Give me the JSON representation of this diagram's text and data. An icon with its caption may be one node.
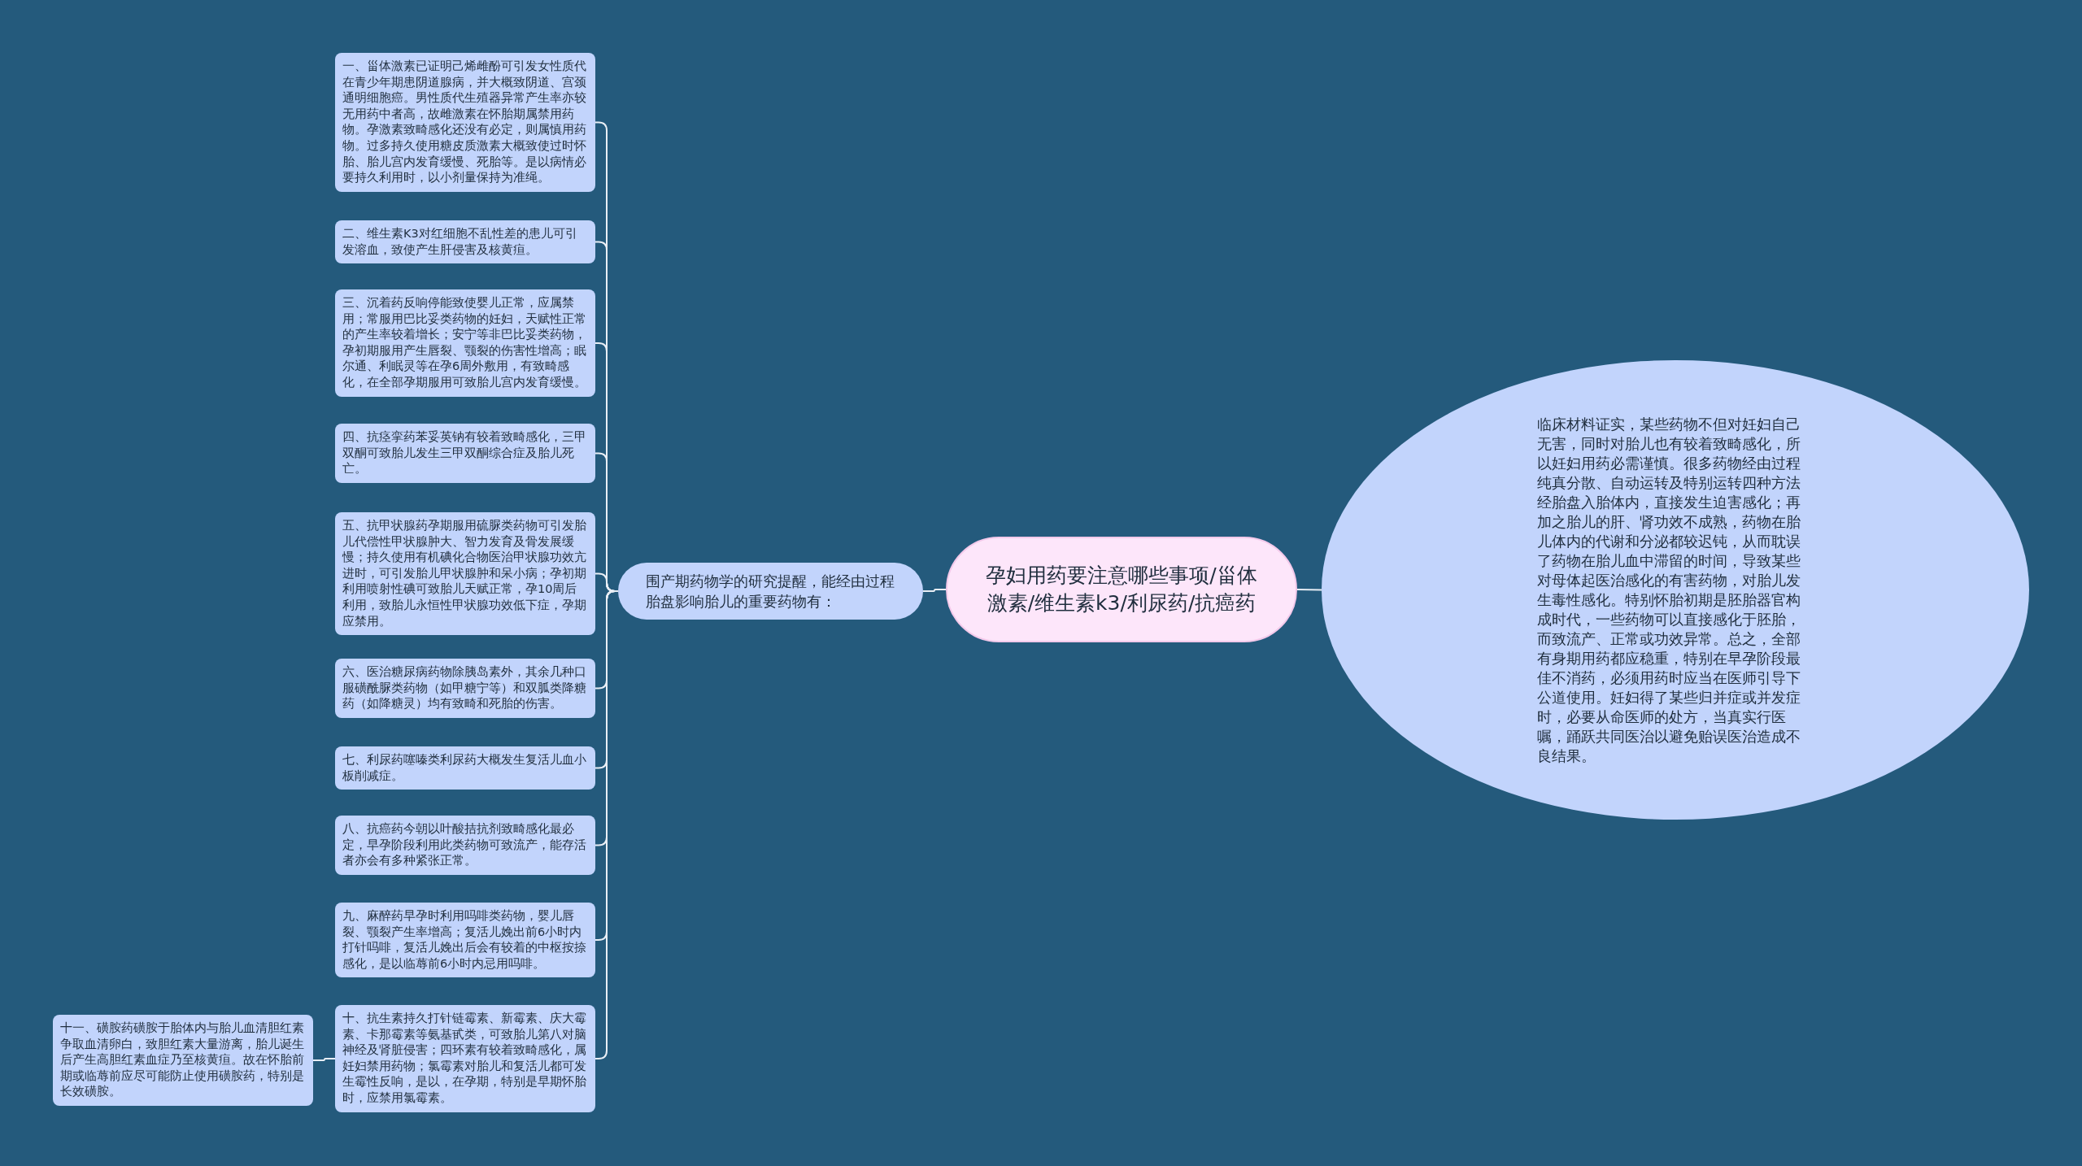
{
  "diagram": {
    "nodes": [
      {
        "text": [
          "孕妇用药要注意哪些事项/甾体激素/维生素k3/利尿药/抗癌药"
        ]
      },
      {
        "text": [
          "围产期药物学的研究提醒，能经由过程胎盘影响胎儿的重要药物有："
        ]
      },
      {
        "text": [
          "一、甾体激素已证明己烯雌酚可引发女性质代在青少年期患阴道腺病，并大概致阴道、宫颈通明细胞癌。男性质代生殖器异常产生率亦较无用药中者高，故雌激素在怀胎期属禁用药物。孕激素致畸感化还没有必定，则属慎用药物。过多持久使用糖皮质激素大概致使过时怀胎、胎儿宫内发育缓慢、死胎等。是以病情必要持久利用时，以小剂量保持为准绳。"
        ]
      },
      {
        "text": [
          "二、维生素K3对红细胞不乱性差的患儿可引发溶血，致使产生肝侵害及核黄疸。"
        ]
      },
      {
        "text": [
          "三、沉着药反响停能致使婴儿正常，应属禁用；常服用巴比妥类药物的妊妇，天赋性正常的产生率较着增长；安宁等非巴比妥类药物，孕初期服用产生唇裂、颚裂的伤害性增高；眠尔通、利眠灵等在孕6周外敷用，有致畸感化，在全部孕期服用可致胎儿宫内发育缓慢。"
        ]
      },
      {
        "text": [
          "四、抗痉挛药苯妥英钠有较着致畸感化，三甲双酮可致胎儿发生三甲双酮综合症及胎儿死亡。"
        ]
      },
      {
        "text": [
          "五、抗甲状腺药孕期服用硫脲类药物可引发胎儿代偿性甲状腺肿大、智力发育及骨发展缓慢；持久使用有机碘化合物医治甲状腺功效亢进时，可引发胎儿甲状腺肿和呆小病；孕初期利用喷射性碘可致胎儿天赋正常，孕10周后利用，致胎儿永恒性甲状腺功效低下症，孕期应禁用。"
        ]
      },
      {
        "text": [
          "六、医治糖尿病药物除胰岛素外，其余几种口服磺酰脲类药物（如甲糖宁等）和双胍类降糖药（如降糖灵）均有致畸和死胎的伤害。"
        ]
      },
      {
        "text": [
          "七、利尿药噻嗪类利尿药大概发生复活儿血小板削减症。"
        ]
      },
      {
        "text": [
          "八、抗癌药今朝以叶酸拮抗剂致畸感化最必定，早孕阶段利用此类药物可致流产，能存活者亦会有多种紧张正常。"
        ]
      },
      {
        "text": [
          "九、麻醉药早孕时利用吗啡类药物，婴儿唇裂、颚裂产生率增高；复活儿娩出前6小时内打针吗啡，复活儿娩出后会有较着的中枢按捺感化，是以临蓐前6小时内忌用吗啡。"
        ]
      },
      {
        "text": [
          "十、抗生素持久打针链霉素、新霉素、庆大霉素、卡那霉素等氨基甙类，可致胎儿第八对脑神经及肾脏侵害；四环素有较着致畸感化，属妊妇禁用药物；氯霉素对胎儿和复活儿都可发生霉性反响，是以，在孕期，特别是早期怀胎时，应禁用氯霉素。"
        ]
      },
      {
        "text": [
          "十一、磺胺药磺胺于胎体内与胎儿血清胆红素争取血清卵白，致胆红素大量游离，胎儿诞生后产生高胆红素血症乃至核黄疸。故在怀胎前期或临蓐前应尽可能防止使用磺胺药，特别是长效磺胺。"
        ]
      },
      {
        "text": [
          "临床材料证实，某些药物不但对妊妇自己无害，同时对胎儿也有较着致畸感化，所以妊妇用药必需谨慎。很多药物经由过程纯真分散、自动运转及特别运转四种方法经胎盘入胎体内，直接发生迫害感化；再加之胎儿的肝、肾功效不成熟，药物在胎儿体内的代谢和分泌都较迟钝，从而耽误了药物在胎儿血中滞留的时间，导致某些对母体起医治感化的有害药物，对胎儿发生毒性感化。特别怀胎初期是胚胎器官构成时代，一些药物可以直接感化于胚胎，而致流产、正常或功效异常。总之，全部有身期用药都应稳重，特别在早孕阶段最佳不消药，必须用药时应当在医师引导下公道使用。妊妇得了某些归并症或并发症时，必要从命医师的处方，当真实行医嘱，踊跃共同医治以避免贻误医治造成不良结果。"
        ]
      }
    ],
    "edges": [
      {
        "from": 0,
        "to": 1,
        "arrow": "none"
      },
      {
        "from": 1,
        "to": 2,
        "arrow": "none"
      },
      {
        "from": 1,
        "to": 3,
        "arrow": "none"
      },
      {
        "from": 1,
        "to": 4,
        "arrow": "none"
      },
      {
        "from": 1,
        "to": 5,
        "arrow": "none"
      },
      {
        "from": 1,
        "to": 6,
        "arrow": "none"
      },
      {
        "from": 1,
        "to": 7,
        "arrow": "none"
      },
      {
        "from": 1,
        "to": 8,
        "arrow": "none"
      },
      {
        "from": 1,
        "to": 9,
        "arrow": "none"
      },
      {
        "from": 1,
        "to": 10,
        "arrow": "none"
      },
      {
        "from": 1,
        "to": 11,
        "arrow": "none"
      },
      {
        "from": 11,
        "to": 12,
        "arrow": "none"
      },
      {
        "from": 0,
        "to": 13,
        "arrow": "none"
      }
    ]
  }
}
